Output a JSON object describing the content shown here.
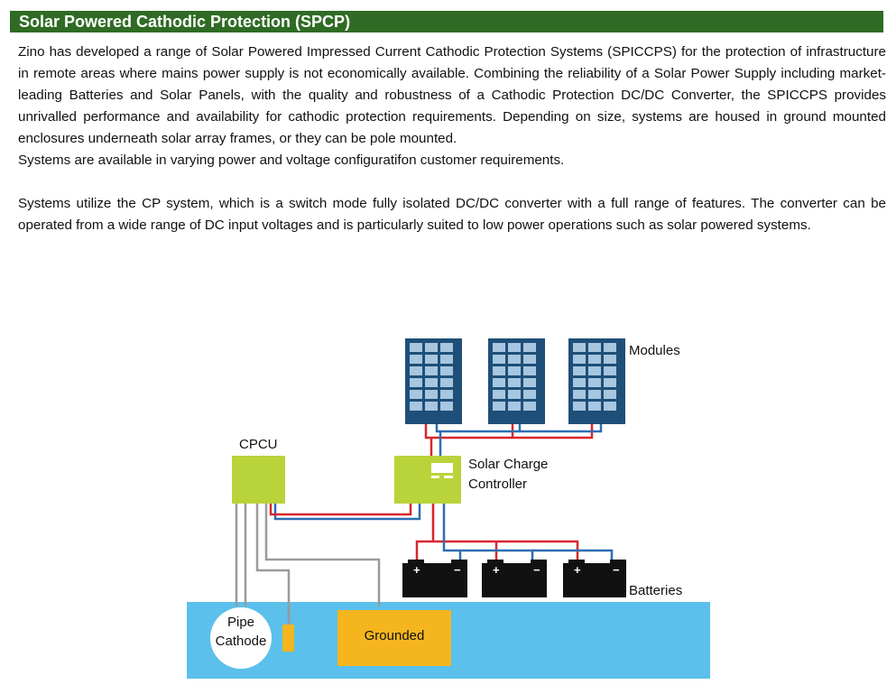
{
  "header": {
    "title": "Solar Powered Cathodic Protection (SPCP)"
  },
  "paragraphs": {
    "p1": "Zino has developed a range of Solar Powered Impressed Current Cathodic Protection Systems (SPICCPS) for the protection of infrastructure in remote areas where mains power supply is not economically available. Combining the reliability of a Solar Power Supply including market-leading Batteries and Solar Panels, with the quality and robustness of a Cathodic Protection DC/DC Converter, the SPICCPS provides unrivalled performance and availability for cathodic protection requirements. Depending on size, systems are housed in ground mounted enclosures underneath solar array frames, or they can be pole mounted.",
    "p2": "Systems are available in varying power and voltage configuratifon customer requirements.",
    "p3": "Systems utilize the CP system, which is a switch mode fully isolated DC/DC converter with a full range of features. The converter can be operated from a wide range of DC input voltages and is particularly suited to low power operations such as solar powered systems."
  },
  "diagram": {
    "modules": "Modules",
    "cpcu": "CPCU",
    "charge_controller_line1": "Solar Charge",
    "charge_controller_line2": "Controller",
    "batteries": "Batteries",
    "pipe_line1": "Pipe",
    "pipe_line2": "Cathode",
    "grounded": "Grounded",
    "battery_plus": "+",
    "battery_minus": "−",
    "colors": {
      "ground": "#5bc0eb",
      "panel_frame": "#1e4f79",
      "panel_cell": "#a7c6df",
      "controller": "#b9d33a",
      "battery": "#111111",
      "grounded_box": "#f5b51f",
      "wire_red": "#d9262c",
      "wire_blue": "#2e6db3",
      "wire_gray": "#9a9a9a"
    }
  }
}
